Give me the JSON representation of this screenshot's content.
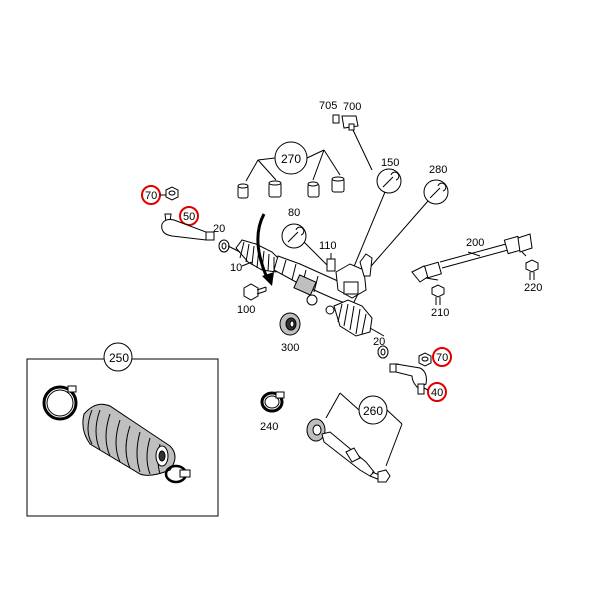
{
  "diagram": {
    "labels": {
      "l705": "705",
      "l700": "700",
      "l270": "270",
      "l150": "150",
      "l280": "280",
      "l70a": "70",
      "l50": "50",
      "l20a": "20",
      "l80": "80",
      "l110": "110",
      "l200": "200",
      "l10": "10",
      "l100": "100",
      "l210": "210",
      "l220": "220",
      "l300": "300",
      "l20b": "20",
      "l70b": "70",
      "l40": "40",
      "l250": "250",
      "l240": "240",
      "l260": "260"
    },
    "highlight_color": "#e00000"
  }
}
